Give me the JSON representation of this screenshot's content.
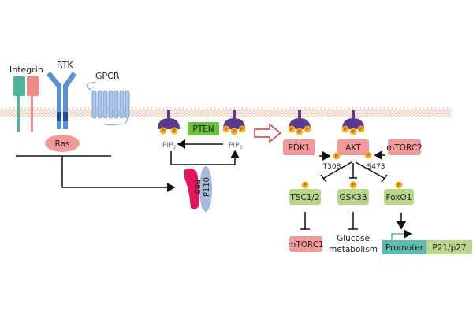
{
  "title": "PI3K/AKT signaling pathway",
  "colors": {
    "membrane": "#f2b9a3",
    "integrin_a": "#4bb89c",
    "integrin_b": "#ef8a8a",
    "rtk_light": "#5b92d3",
    "rtk_dark": "#1f4c96",
    "gpcr": "#a9c6ec",
    "ras": "#f29a9a",
    "pip_head": "#5b3a8e",
    "phosphate": "#f2b22a",
    "pten": "#6abf3e",
    "pink_box": "#f29a9a",
    "green_box": "#b8d68c",
    "promoter": "#5bbcb0",
    "p85": "#e3155f",
    "p110": "#a8b9dc",
    "red_arrow": "#d23b3b"
  },
  "receptors": {
    "integrin": "Integrin",
    "rtk": "RTK",
    "gpcr": "GPCR",
    "ras": "Ras"
  },
  "lipids": {
    "pip2": "PIP",
    "pip2_sub": "2",
    "pip3": "PIP",
    "pip3_sub": "3",
    "pten": "PTEN",
    "phosphate": "P"
  },
  "pi3k": {
    "p85": "P85",
    "p110": "P110"
  },
  "kinases": {
    "pdk1": "PDK1",
    "akt": "AKT",
    "mtorc2": "mTORC2",
    "t308": "T308",
    "s473": "S473"
  },
  "targets": {
    "tsc": "TSC1/2",
    "gsk": "GSK3β",
    "foxo": "FoxO1"
  },
  "outcomes": {
    "mtorc1": "mTORC1",
    "glucose_line1": "Glucose",
    "glucose_line2": "metabolism",
    "promoter": "Promoter",
    "p21": "P21/p27"
  }
}
